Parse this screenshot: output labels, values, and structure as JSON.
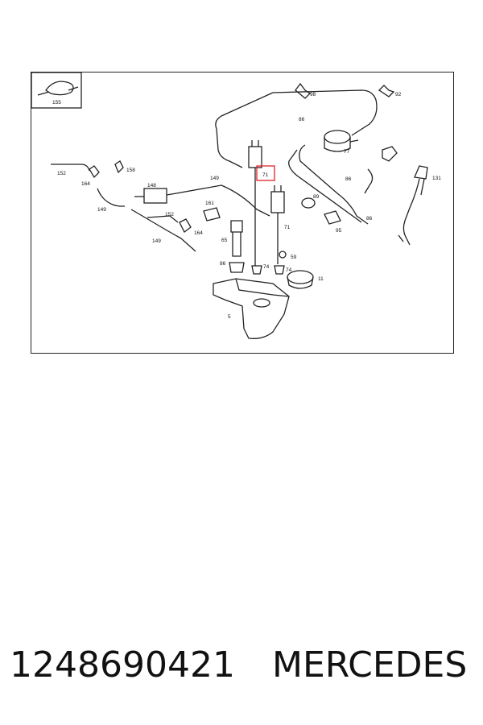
{
  "diagram": {
    "callouts": {
      "c155": "155",
      "c98": "98",
      "c92": "92",
      "c86a": "86",
      "c77": "77",
      "c152a": "152",
      "c158": "158",
      "c164a": "164",
      "c71a": "71",
      "c148": "148",
      "c149a": "149",
      "c149b": "149",
      "c161": "161",
      "c89": "89",
      "c86b": "86",
      "c131": "131",
      "c152b": "152",
      "c164b": "164",
      "c149c": "149",
      "c71b": "71",
      "c86c": "86",
      "c95": "95",
      "c65": "65",
      "c59": "59",
      "c86d": "86",
      "c74a": "74",
      "c74b": "74",
      "c11": "11",
      "c5": "5"
    },
    "highlight_color": "#e0202a"
  },
  "footer": {
    "part_number": "1248690421",
    "brand": "MERCEDES"
  }
}
